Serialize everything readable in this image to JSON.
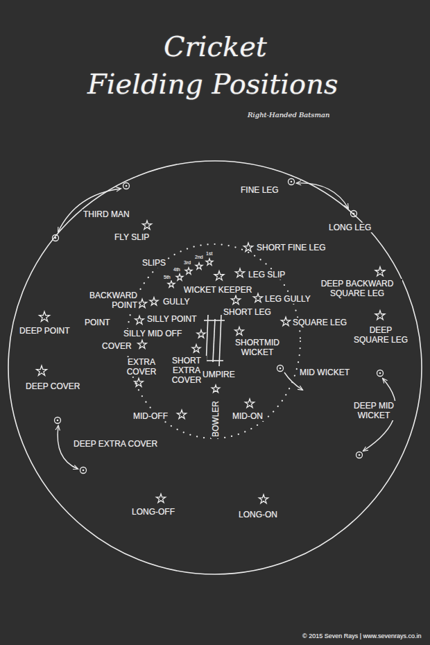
{
  "diagram": {
    "title": "Cricket Fielding Positions",
    "labels": [
      "Right-Handed Batsman",
      "THIRD MAN",
      "FLY SLIP",
      "FINE LEG",
      "LONG LEG",
      "SHORT FINE LEG",
      "SLIPS",
      "1st",
      "2nd",
      "3rd",
      "4th",
      "5th",
      "LEG SLIP",
      "WICKET KEEPER",
      "DEEP BACKWARD SQUARE LEG",
      "BACKWARD POINT",
      "GULLY",
      "LEG GULLY",
      "SHORT LEG",
      "POINT",
      "SILLY POINT",
      "SQUARE LEG",
      "DEEP POINT",
      "SILLY MID OFF",
      "DEEP SQUARE LEG",
      "COVER",
      "SHORTMID WICKET",
      "EXTRA COVER",
      "SHORT EXTRA COVER",
      "UMPIRE",
      "MID WICKET",
      "DEEP COVER",
      "DEEP MID WICKET",
      "MID-OFF",
      "MID-ON",
      "BOWLER",
      "DEEP EXTRA COVER",
      "LONG-OFF",
      "LONG-ON",
      "© 2015 Seven Rays | www.sevenrays.co.in"
    ]
  }
}
